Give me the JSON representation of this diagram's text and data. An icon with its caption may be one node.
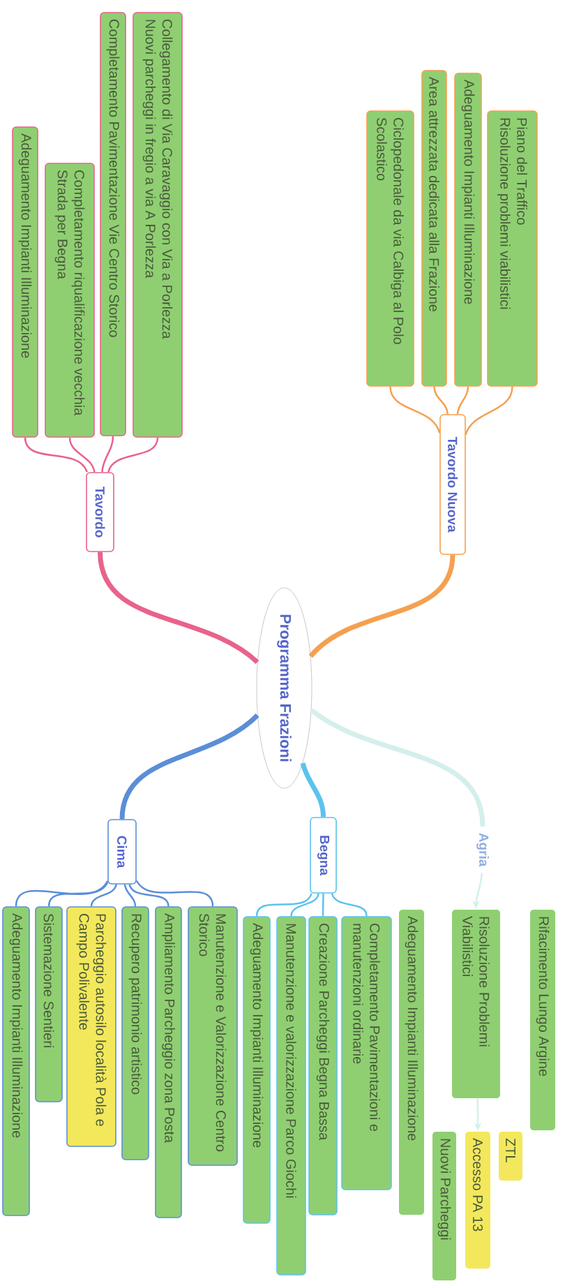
{
  "diagram": {
    "nodes": [
      {
        "text": [
          "Programma Frazioni"
        ]
      },
      {
        "text": [
          "Tavordo"
        ]
      },
      {
        "text": [
          "Collegamento di Via Caravaggio con Via a Porlezza",
          "Nuovi parcheggi in fregio a via A Porlezza"
        ]
      },
      {
        "text": [
          "Completamento Pavimentazione Vie Centro Storico"
        ]
      },
      {
        "text": [
          "Completamento riqualificazione vecchia Strada per Begna"
        ]
      },
      {
        "text": [
          "Adeguamento Impianti Illuminazione"
        ]
      },
      {
        "text": [
          "Tavordo Nuova"
        ]
      },
      {
        "text": [
          "Piano del Traffico",
          "Risoluzione problemi viabilistici"
        ]
      },
      {
        "text": [
          "Adeguamento Impianti Illuminazione"
        ]
      },
      {
        "text": [
          "Area attrezzata dedicata alla Frazione"
        ]
      },
      {
        "text": [
          "Ciclopedonale da via Calbiga al Polo Scolastico"
        ]
      },
      {
        "text": [
          "Cima"
        ]
      },
      {
        "text": [
          "Manutenzione e Valorizzazione Centro Storico"
        ]
      },
      {
        "text": [
          "Ampliamento Parcheggio zona Posta"
        ]
      },
      {
        "text": [
          "Recupero patrimonio artistico"
        ]
      },
      {
        "text": [
          "Parcheggio autosilo località Pola e Campo Polivalente"
        ]
      },
      {
        "text": [
          "Sistemazione Sentieri"
        ]
      },
      {
        "text": [
          "Adeguamento Impianti Illuminazione"
        ]
      },
      {
        "text": [
          "Begna"
        ]
      },
      {
        "text": [
          "Completamento Pavimentazioni e manutenzioni ordinarie"
        ]
      },
      {
        "text": [
          "Creazione Parcheggi Begna Bassa"
        ]
      },
      {
        "text": [
          "Manutenzione e valorizzazione Parco Giochi"
        ]
      },
      {
        "text": [
          "Adeguamento Impianti Illuminazione"
        ]
      },
      {
        "text": [
          "Agria"
        ]
      },
      {
        "text": [
          "Rifacimento Lungo Argine"
        ]
      },
      {
        "text": [
          "Risoluzione Problemi Viabilistici"
        ]
      },
      {
        "text": [
          "Adeguamento Impianti Illuminazione"
        ]
      },
      {
        "text": [
          "ZTL"
        ]
      },
      {
        "text": [
          "Accesso PA 13"
        ]
      },
      {
        "text": [
          "Nuovi Parcheggi"
        ]
      }
    ],
    "edges": [
      {
        "from": 0,
        "to": 1,
        "arrow": "none",
        "style": "thick",
        "color": "#e8638b"
      },
      {
        "from": 1,
        "to": 2,
        "arrow": "none",
        "color": "#e8638b"
      },
      {
        "from": 1,
        "to": 3,
        "arrow": "none",
        "color": "#e8638b"
      },
      {
        "from": 1,
        "to": 4,
        "arrow": "none",
        "color": "#e8638b"
      },
      {
        "from": 1,
        "to": 5,
        "arrow": "none",
        "color": "#e8638b"
      },
      {
        "from": 0,
        "to": 6,
        "arrow": "none",
        "style": "thick",
        "color": "#f5a04f"
      },
      {
        "from": 6,
        "to": 7,
        "arrow": "none",
        "color": "#f5a04f"
      },
      {
        "from": 6,
        "to": 8,
        "arrow": "none",
        "color": "#f5a04f"
      },
      {
        "from": 6,
        "to": 9,
        "arrow": "none",
        "color": "#f5a04f"
      },
      {
        "from": 6,
        "to": 10,
        "arrow": "none",
        "color": "#f5a04f"
      },
      {
        "from": 0,
        "to": 11,
        "arrow": "none",
        "style": "thick"
      },
      {
        "from": 11,
        "to": 12,
        "arrow": "none"
      },
      {
        "from": 11,
        "to": 13,
        "arrow": "none"
      },
      {
        "from": 11,
        "to": 14,
        "arrow": "none"
      },
      {
        "from": 11,
        "to": 15,
        "arrow": "none"
      },
      {
        "from": 11,
        "to": 16,
        "arrow": "none"
      },
      {
        "from": 11,
        "to": 17,
        "arrow": "none"
      },
      {
        "from": 0,
        "to": 18,
        "arrow": "none",
        "style": "thick",
        "color": "#5cc3ee"
      },
      {
        "from": 18,
        "to": 19,
        "arrow": "none",
        "color": "#5cc3ee"
      },
      {
        "from": 18,
        "to": 20,
        "arrow": "none",
        "color": "#5cc3ee"
      },
      {
        "from": 18,
        "to": 21,
        "arrow": "none",
        "color": "#5cc3ee"
      },
      {
        "from": 18,
        "to": 22,
        "arrow": "none",
        "color": "#5cc3ee"
      },
      {
        "from": 0,
        "to": 23,
        "arrow": "none",
        "style": "thick",
        "color": "#d4efec"
      },
      {
        "from": 23,
        "to": 25,
        "arrow": "to",
        "color": "#d4efec"
      },
      {
        "from": 25,
        "to": 28,
        "arrow": "to",
        "color": "#d4efec"
      }
    ]
  }
}
